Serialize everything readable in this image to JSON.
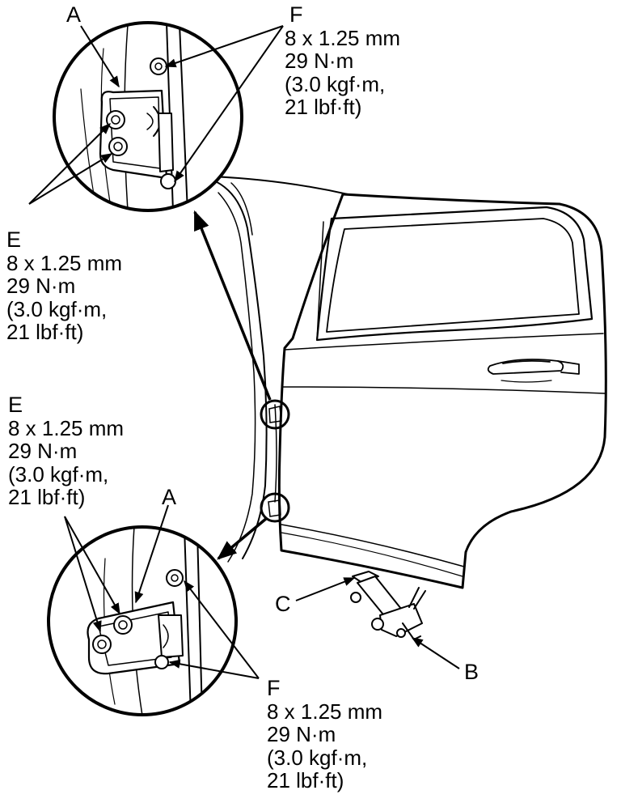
{
  "labels": {
    "a_top": "A",
    "a_bottom": "A",
    "b": "B",
    "c": "C"
  },
  "callouts": {
    "f_top": {
      "letter": "F",
      "lines": [
        "8 x 1.25 mm",
        "29 N·m",
        "(3.0 kgf·m,",
        "21 lbf·ft)"
      ]
    },
    "e_top": {
      "letter": "E",
      "lines": [
        "8 x 1.25 mm",
        "29 N·m",
        "(3.0 kgf·m,",
        "21 lbf·ft)"
      ]
    },
    "e_bottom": {
      "letter": "E",
      "lines": [
        "8 x 1.25 mm",
        "29 N·m",
        "(3.0 kgf·m,",
        "21 lbf·ft)"
      ]
    },
    "f_bottom": {
      "letter": "F",
      "lines": [
        "8 x 1.25 mm",
        "29 N·m",
        "(3.0 kgf·m,",
        "21 lbf·ft)"
      ]
    }
  }
}
